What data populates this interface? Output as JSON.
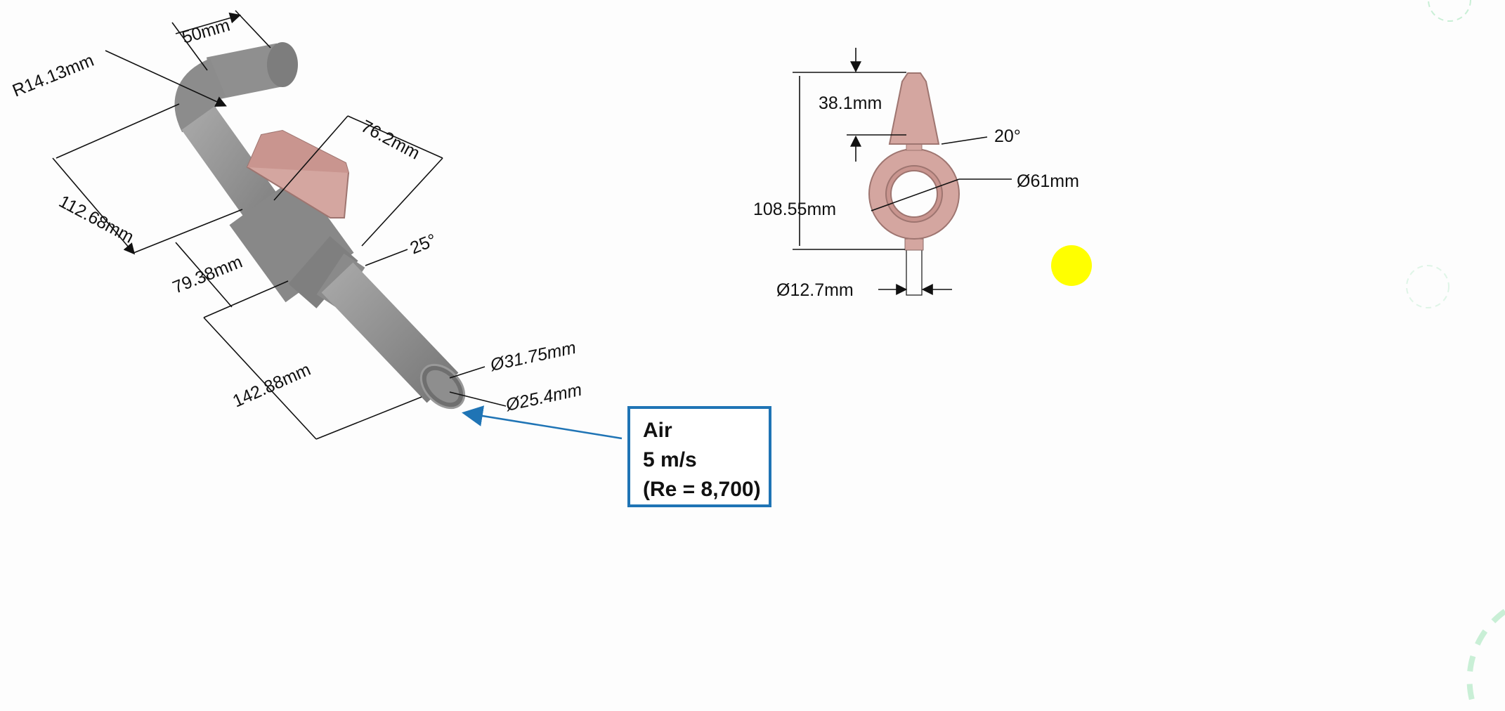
{
  "valve_3d": {
    "labels": {
      "length_top": "50mm",
      "bend_radius": "R14.13mm",
      "length_upper": "112.68mm",
      "handle_length": "76.2mm",
      "length_body": "79.38mm",
      "angle": "25°",
      "length_lower": "142.88mm",
      "outer_diameter": "Ø31.75mm",
      "inner_diameter": "Ø25.4mm"
    }
  },
  "ball_view": {
    "labels": {
      "stem_height": "38.1mm",
      "cone_angle": "20°",
      "ball_diameter": "Ø61mm",
      "total_height": "108.55mm",
      "stem_diameter": "Ø12.7mm"
    }
  },
  "inlet_box": {
    "lines": [
      "Air",
      "5 m/s",
      "(Re = 8,700)"
    ]
  },
  "colors": {
    "pipe": "#8c8c8c",
    "handle": "#d4a6a0",
    "arrow": "#1f74b5",
    "highlight": "#ffff00",
    "decor": "#c9efd6"
  }
}
